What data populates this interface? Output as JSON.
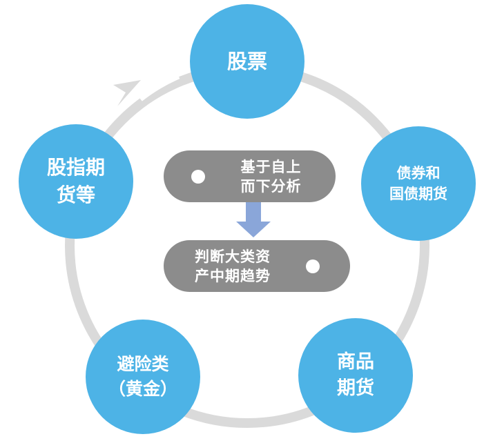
{
  "nodes": {
    "stocks": {
      "lines": [
        "股票"
      ]
    },
    "bonds": {
      "lines": [
        "债券和",
        "国债期货"
      ]
    },
    "commodities": {
      "lines": [
        "商品",
        "期货"
      ]
    },
    "hedge": {
      "lines": [
        "避险类",
        "（黄金）"
      ]
    },
    "index_futures": {
      "lines": [
        "股指期",
        "货等"
      ]
    }
  },
  "process": {
    "top": {
      "lines": [
        "基于自上",
        "而下分析"
      ]
    },
    "bottom": {
      "lines": [
        "判断大类资",
        "产中期趋势"
      ]
    }
  },
  "colors": {
    "node_fill": "#4db3e6",
    "ring": "#dadada",
    "pill_fill": "#8c8c8c",
    "arrow": "#8aa6d9",
    "text_light": "#ffffff"
  }
}
